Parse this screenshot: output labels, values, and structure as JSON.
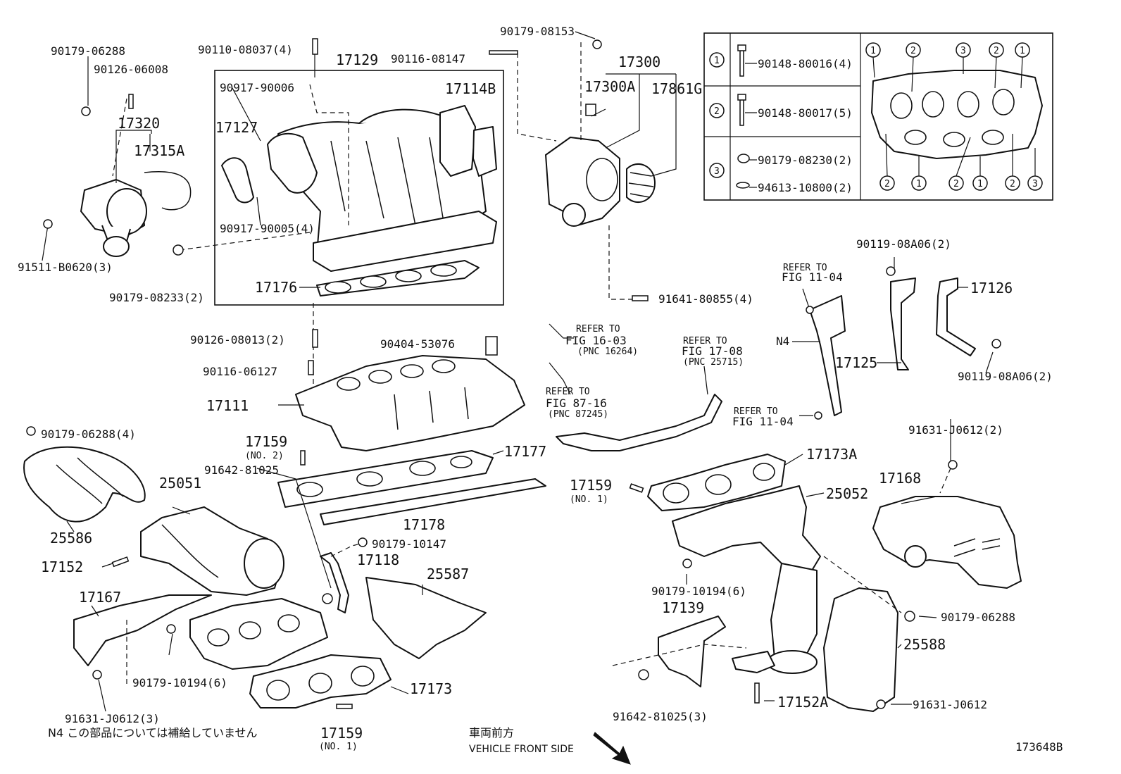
{
  "diagram_id": "173648B",
  "note_n4": "N4 この部品については補給していません",
  "direction": {
    "ja": "車両前方",
    "en": "VEHICLE FRONT SIDE"
  },
  "labels": {
    "l_90179_06288_a": "90179-06288",
    "l_90126_06008": "90126-06008",
    "l_17320": "17320",
    "l_17315A": "17315A",
    "l_91511": "91511-B0620(3)",
    "l_90179_08233": "90179-08233(2)",
    "l_90110": "90110-08037(4)",
    "l_17129": "17129",
    "l_90917_06": "90917-90006",
    "l_17127": "17127",
    "l_90917_05": "90917-90005(4)",
    "l_17114B": "17114B",
    "l_17176": "17176",
    "l_90116_08147": "90116-08147",
    "l_90179_08153": "90179-08153",
    "l_17300": "17300",
    "l_17300A": "17300A",
    "l_17861G": "17861G",
    "l_91641": "91641-80855(4)",
    "l_90126_08013": "90126-08013(2)",
    "l_90116_06127": "90116-06127",
    "l_17111": "17111",
    "l_90404": "90404-53076",
    "l_refer_16_1": "REFER TO",
    "l_refer_16_2": "FIG 16-03",
    "l_refer_16_3": "(PNC 16264)",
    "l_refer_87_1": "REFER TO",
    "l_refer_87_2": "FIG 87-16",
    "l_refer_87_3": "(PNC 87245)",
    "l_refer_17_1": "REFER TO",
    "l_refer_17_2": "FIG 17-08",
    "l_refer_17_3": "(PNC 25715)",
    "l_refer_11a_1": "REFER TO",
    "l_refer_11a_2": "FIG 11-04",
    "l_refer_11b_1": "REFER TO",
    "l_refer_11b_2": "FIG 11-04",
    "l_N4": "N4",
    "l_90119_a": "90119-08A06(2)",
    "l_90119_b": "90119-08A06(2)",
    "l_17126": "17126",
    "l_17125": "17125",
    "l_90179_06288_4": "90179-06288(4)",
    "l_17159_2": "17159",
    "l_no2": "(NO. 2)",
    "l_91642_a": "91642-81025",
    "l_17177": "17177",
    "l_17178": "17178",
    "l_25051": "25051",
    "l_25586": "25586",
    "l_17152": "17152",
    "l_17167": "17167",
    "l_90179_10194_a": "90179-10194(6)",
    "l_91631_3": "91631-J0612(3)",
    "l_90179_10147": "90179-10147",
    "l_17118": "17118",
    "l_25587": "25587",
    "l_17173": "17173",
    "l_17159_n1b": "17159",
    "l_no1b": "(NO. 1)",
    "l_17159_n1": "17159",
    "l_no1": "(NO. 1)",
    "l_17173A": "17173A",
    "l_25052": "25052",
    "l_91631_2": "91631-J0612(2)",
    "l_17168": "17168",
    "l_90179_10194_b": "90179-10194(6)",
    "l_17139": "17139",
    "l_90179_06288_b": "90179-06288",
    "l_25588": "25588",
    "l_91642_3": "91642-81025(3)",
    "l_17152A": "17152A",
    "l_91631": "91631-J0612"
  },
  "bolt_table": {
    "rows": [
      {
        "num": "1",
        "items": [
          "90148-80016(4)"
        ]
      },
      {
        "num": "2",
        "items": [
          "90148-80017(5)"
        ]
      },
      {
        "num": "3",
        "items": [
          "90179-08230(2)",
          "94613-10800(2)"
        ]
      }
    ],
    "flange_top": [
      "1",
      "2",
      "3",
      "2",
      "1"
    ],
    "flange_bottom": [
      "2",
      "1",
      "2",
      "1",
      "2",
      "3"
    ]
  }
}
